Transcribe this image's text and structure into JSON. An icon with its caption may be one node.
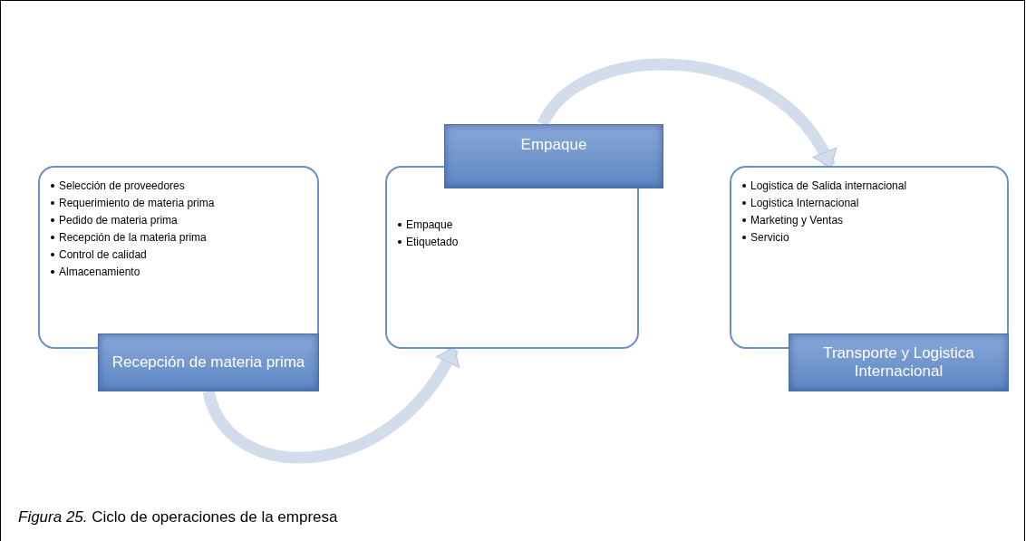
{
  "diagram": {
    "caption": "*Figura 25.* Ciclo de operaciones de la empresa",
    "nodes": [
      {
        "text": [
          "Selección de proveedores",
          "Requerimiento de materia prima",
          "Pedido de materia prima",
          "Recepción de la materia prima",
          "Control de calidad",
          "Almacenamiento"
        ]
      },
      {
        "text": [
          "Recepción de materia prima"
        ]
      },
      {
        "text": [
          "Empaque",
          "Etiquetado"
        ]
      },
      {
        "text": [
          "Empaque"
        ]
      },
      {
        "text": [
          "Logistica de Salida internacional",
          "Logistica Internacional",
          "Marketing y Ventas",
          "Servicio"
        ]
      },
      {
        "text": [
          "Transporte y Logistica Internacional"
        ]
      }
    ],
    "edges": [
      {
        "from": 1,
        "to": 2,
        "arrow": "to"
      },
      {
        "from": 3,
        "to": 4,
        "arrow": "to"
      }
    ]
  }
}
